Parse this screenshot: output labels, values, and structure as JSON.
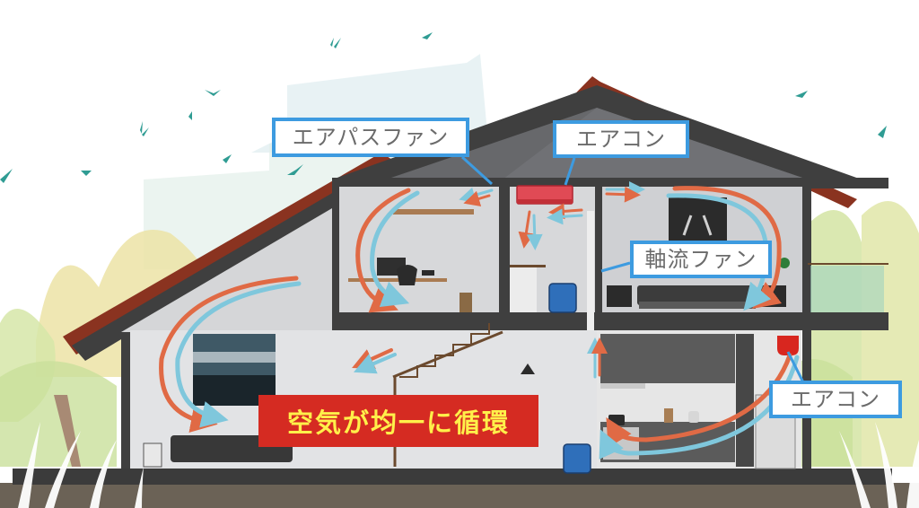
{
  "diagram": {
    "subject": "house cross-section air circulation",
    "colors": {
      "warm_arrow": "#e06a45",
      "cool_arrow": "#7fc7dc",
      "callout_border": "#3d9be0",
      "banner_bg": "#d52b22",
      "banner_text": "#fff04a",
      "roof_tile": "#8a3320",
      "wall_dark": "#3f3f3f",
      "interior": "#d8d9db",
      "ground": "#6b6256"
    },
    "labels": {
      "air_pass_fan": "エアパスファン",
      "air_conditioner_upper": "エアコン",
      "axial_fan": "軸流ファン",
      "air_conditioner_lower": "エアコン"
    },
    "banner": {
      "text": "空気が均一に循環"
    }
  }
}
